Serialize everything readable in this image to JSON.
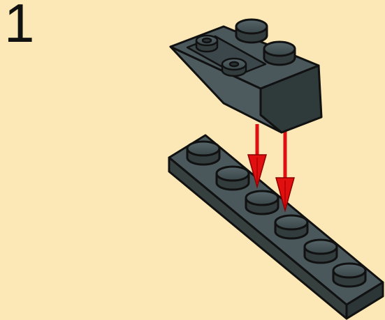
{
  "step": {
    "number": "1"
  },
  "colors": {
    "background": "#fce8b6",
    "brick_dark_gray": "#3f4b4d",
    "outline": "#111111",
    "arrow_red": "#e01010"
  },
  "parts": {
    "top_piece": "slope-brick-2x2-inverted-icon",
    "bottom_piece": "plate-1x6-icon"
  },
  "arrows": {
    "count": 2,
    "direction": "down"
  }
}
